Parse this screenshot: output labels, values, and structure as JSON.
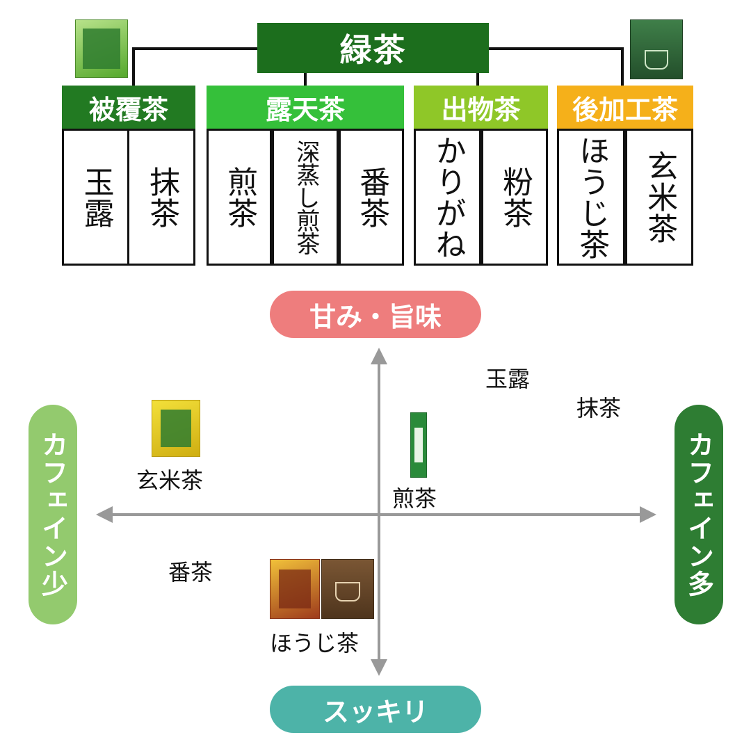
{
  "tree": {
    "root": {
      "label": "緑茶",
      "color": "#1c6e1d"
    },
    "categories": [
      {
        "label": "被覆茶",
        "color": "#227a22",
        "items": [
          "玉露",
          "抹茶"
        ]
      },
      {
        "label": "露天茶",
        "color": "#35c03a",
        "items": [
          "煎茶",
          "深蒸し煎茶",
          "番茶"
        ]
      },
      {
        "label": "出物茶",
        "color": "#8fc728",
        "items": [
          "かりがね",
          "粉茶"
        ]
      },
      {
        "label": "後加工茶",
        "color": "#f5b01a",
        "items": [
          "ほうじ茶",
          "玄米茶"
        ]
      }
    ]
  },
  "chart": {
    "top_label": "甘み・旨味",
    "bottom_label": "スッキリ",
    "left_label": "カフェイン少",
    "right_label": "カフェイン多",
    "colors": {
      "top": "#ee7d7d",
      "bottom": "#4db3a8",
      "left": "#93ca6e",
      "right": "#2e7d33"
    },
    "points": [
      {
        "label": "玉露"
      },
      {
        "label": "抹茶"
      },
      {
        "label": "煎茶"
      },
      {
        "label": "玄米茶"
      },
      {
        "label": "番茶"
      },
      {
        "label": "ほうじ茶"
      }
    ]
  },
  "products": [
    {
      "name": "green-tea-package-icon",
      "color": "#6dbf3c"
    },
    {
      "name": "ito-en-green-tea-box-icon",
      "color": "#2f6a3a"
    },
    {
      "name": "genmaicha-package-icon",
      "color": "#e0c21a"
    },
    {
      "name": "sencha-stick-icon",
      "color": "#2a8a3a"
    },
    {
      "name": "hojicha-package-icon",
      "color": "#c8921c"
    },
    {
      "name": "roasted-green-tea-box-icon",
      "color": "#6b4b2a"
    }
  ]
}
